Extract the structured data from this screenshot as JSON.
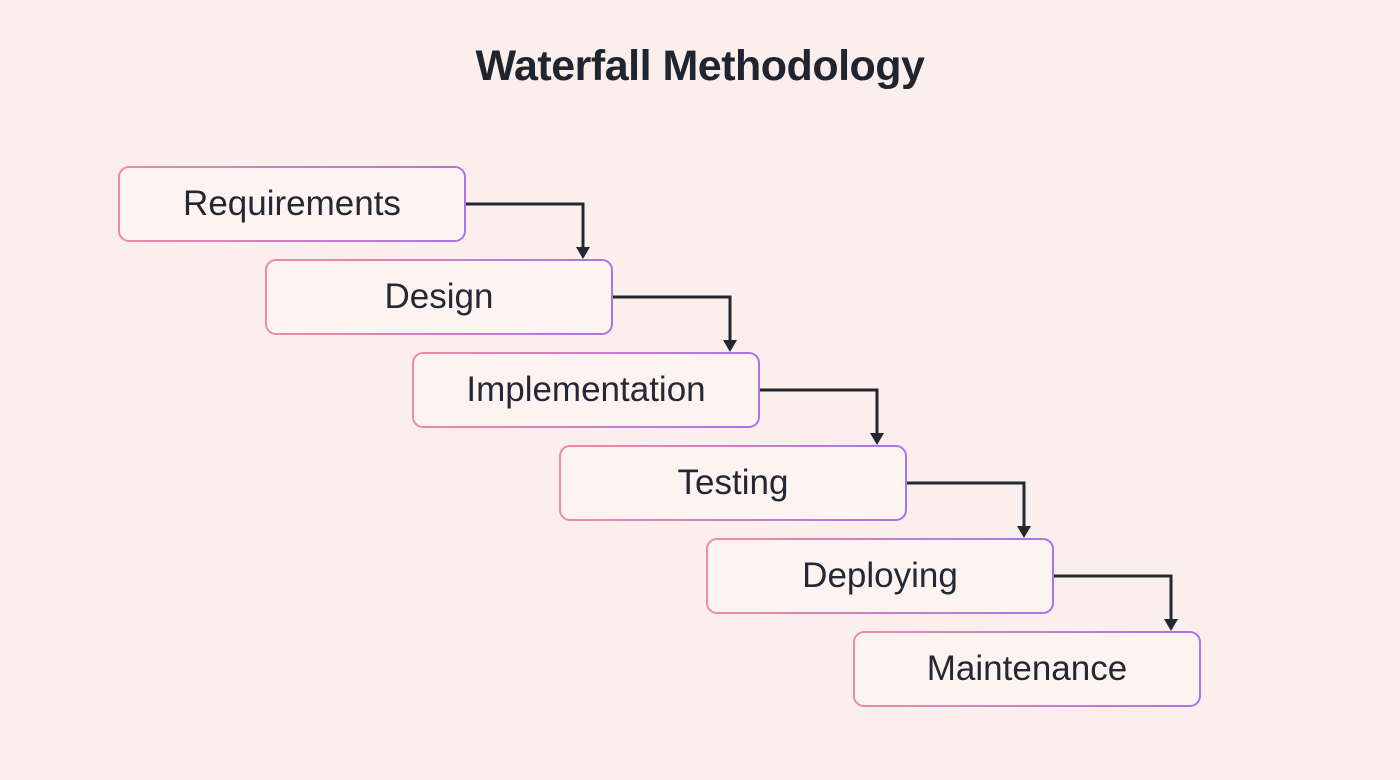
{
  "title": "Waterfall Methodology",
  "steps": [
    {
      "label": "Requirements"
    },
    {
      "label": "Design"
    },
    {
      "label": "Implementation"
    },
    {
      "label": "Testing"
    },
    {
      "label": "Deploying"
    },
    {
      "label": "Maintenance"
    }
  ],
  "colors": {
    "background": "#fbefed",
    "node_fill": "#fdf3f1",
    "node_border_start": "#ee8ca3",
    "node_border_end": "#ab74e8",
    "connector": "#23272f",
    "title_text": "#20242e",
    "node_text": "#232834"
  }
}
